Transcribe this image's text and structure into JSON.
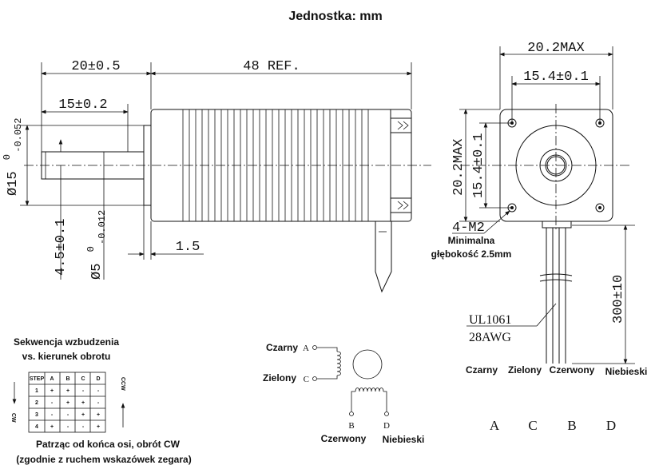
{
  "title": "Jednostka: mm",
  "side_view": {
    "dims": {
      "d20": "20±0.5",
      "d48": "48 REF.",
      "d15": "15±0.2",
      "d15_diam": "Ø15",
      "d15_tol_upper": "0",
      "d15_tol_lower": "-0.052",
      "d45": "4.5±0.1",
      "d5_diam": "Ø5",
      "d5_tol_upper": "0",
      "d5_tol_lower": "-0.012",
      "d15b": "1.5"
    }
  },
  "front_view": {
    "dims": {
      "w_max": "20.2MAX",
      "w_hole": "15.4±0.1",
      "h_max": "20.2MAX",
      "h_hole": "15.4±0.1"
    },
    "thread": "4-M2",
    "depth_line1": "Minimalna",
    "depth_line2": "głębokość 2.5mm",
    "cable_spec_line1": "UL1061",
    "cable_spec_line2": "28AWG",
    "lead_length": "300±10",
    "wire_colors": [
      "Czarny",
      "Zielony",
      "Czerwony",
      "Niebieski"
    ],
    "phase_letters": [
      "A",
      "C",
      "B",
      "D"
    ]
  },
  "sequence": {
    "heading_line1": "Sekwencja wzbudzenia",
    "heading_line2": "vs. kierunek obrotu",
    "ccw": "CCW",
    "cw": "CW",
    "table_header": [
      "STEP",
      "A",
      "B",
      "C",
      "D"
    ],
    "table_rows": [
      [
        "1",
        "+",
        "+",
        "-",
        "-"
      ],
      [
        "2",
        "-",
        "+",
        "+",
        "-"
      ],
      [
        "3",
        "-",
        "-",
        "+",
        "+"
      ],
      [
        "4",
        "+",
        "-",
        "-",
        "+"
      ]
    ],
    "note_line1": "Patrząc od końca osi, obrót CW",
    "note_line2": "(zgodnie z ruchem wskazówek zegara)"
  },
  "schematic": {
    "label_black": "Czarny",
    "label_green": "Zielony",
    "label_red": "Czerwony",
    "label_blue": "Niebieski",
    "pin_a": "A",
    "pin_c": "C",
    "pin_b": "B",
    "pin_d": "D"
  }
}
